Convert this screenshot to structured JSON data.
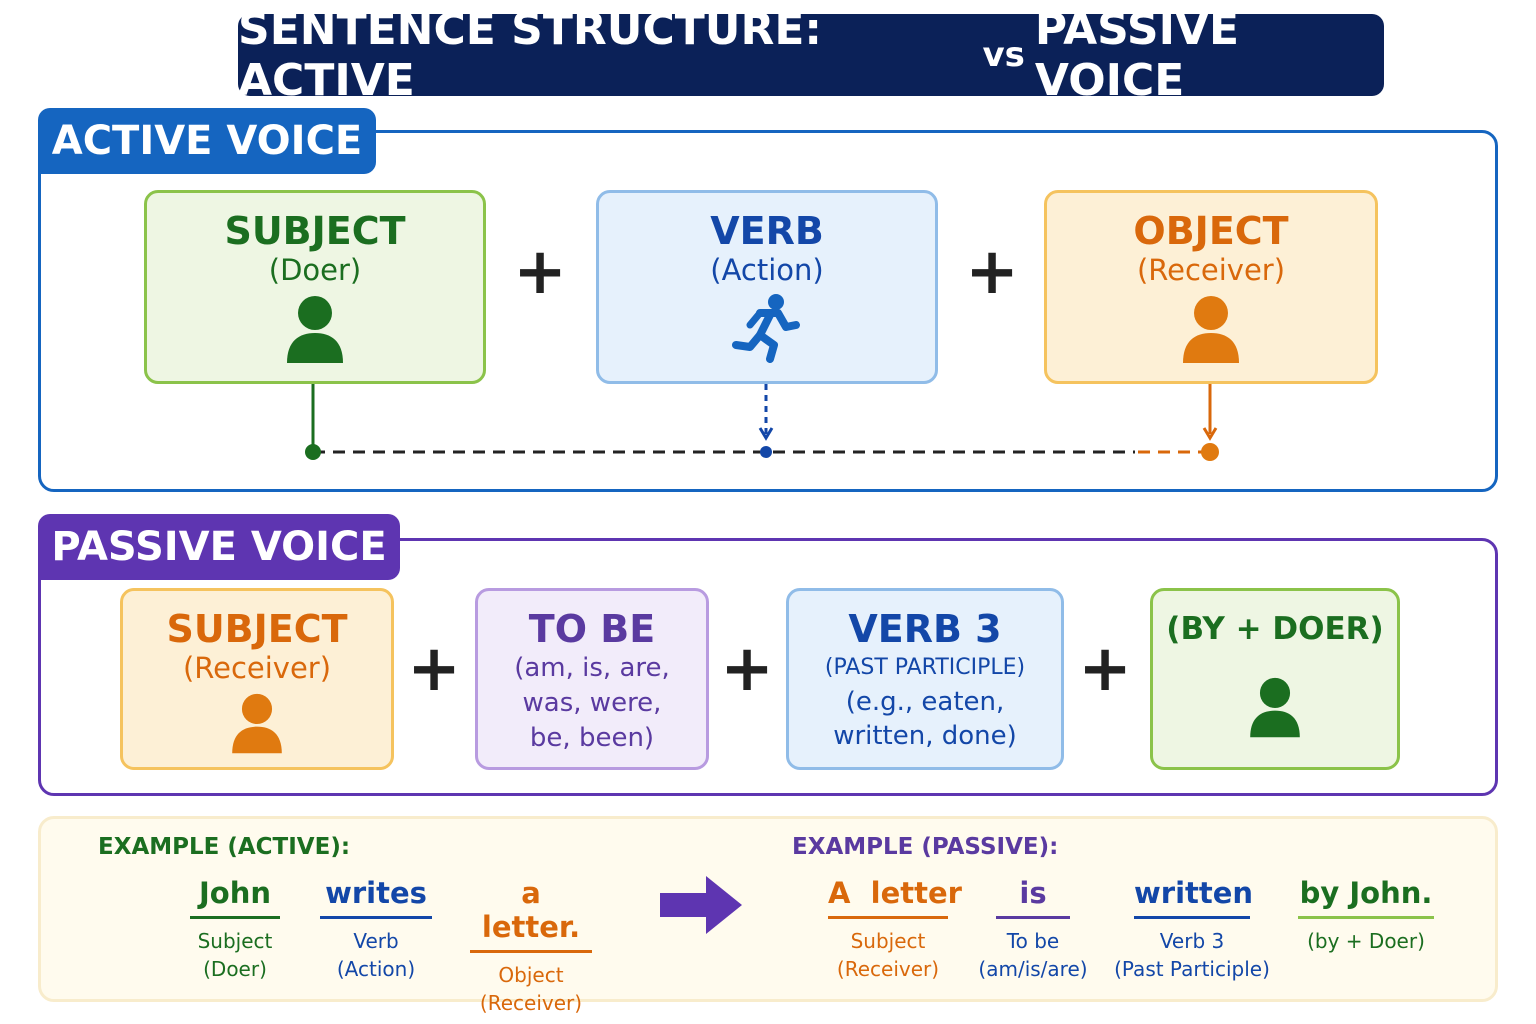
{
  "title": {
    "main": "SENTENCE STRUCTURE: ACTIVE",
    "vs": "vs",
    "end": "PASSIVE VOICE"
  },
  "colors": {
    "navy": "#0b2158",
    "active_blue": "#1565c0",
    "passive_purple": "#5e35b1",
    "green": "#1b6e20",
    "blue": "#1347a8",
    "orange": "#d9680b",
    "purple": "#5a3aa0"
  },
  "active": {
    "label": "ACTIVE VOICE",
    "subject": {
      "head": "SUBJECT",
      "sub": "(Doer)",
      "icon": "person-icon"
    },
    "verb": {
      "head": "VERB",
      "sub": "(Action)",
      "icon": "running-person-icon"
    },
    "object": {
      "head": "OBJECT",
      "sub": "(Receiver)",
      "icon": "person-icon"
    },
    "plus": "+"
  },
  "passive": {
    "label": "PASSIVE VOICE",
    "subject": {
      "head": "SUBJECT",
      "sub": "(Receiver)",
      "icon": "person-icon"
    },
    "tobe": {
      "head": "TO BE",
      "line1": "(am, is, are,",
      "line2": "was, were,",
      "line3": "be, been)"
    },
    "verb3": {
      "head": "VERB 3",
      "line1": "(PAST PARTICIPLE)",
      "line2": "(e.g., eaten,",
      "line3": "written, done)"
    },
    "doer": {
      "head": "(BY + DOER)",
      "icon": "person-icon"
    },
    "plus": "+"
  },
  "examples": {
    "active": {
      "title": "EXAMPLE (ACTIVE):",
      "words": [
        {
          "word": "John",
          "label1": "Subject",
          "label2": "(Doer)"
        },
        {
          "word": "writes",
          "label1": "Verb",
          "label2": "(Action)"
        },
        {
          "word": "a letter.",
          "label1": "Object",
          "label2": "(Receiver)"
        }
      ]
    },
    "passive": {
      "title": "EXAMPLE (PASSIVE):",
      "words": [
        {
          "word": "A  letter",
          "label1": "Subject",
          "label2": "(Receiver)"
        },
        {
          "word": "is",
          "label1": "To be",
          "label2": "(am/is/are)"
        },
        {
          "word": "written",
          "label1": "Verb 3",
          "label2": "(Past Participle)"
        },
        {
          "word": "by John.",
          "label1": "(by + Doer)",
          "label2": ""
        }
      ]
    }
  }
}
